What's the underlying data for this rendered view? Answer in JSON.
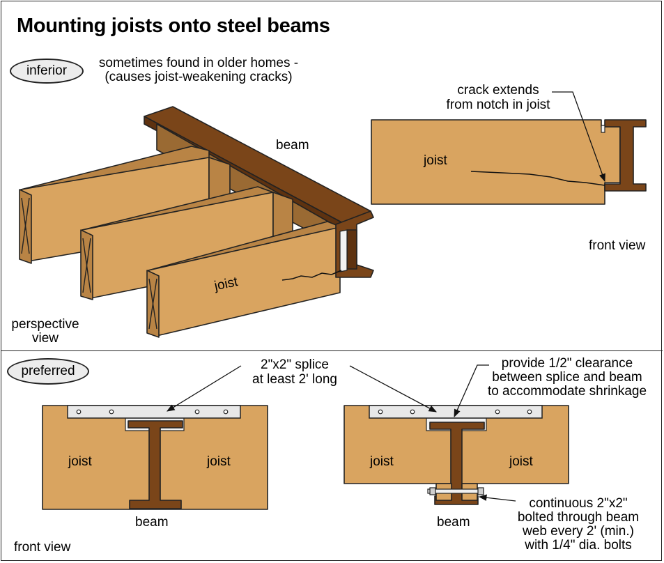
{
  "title": "Mounting joists onto steel beams",
  "top_section": {
    "tag": "inferior",
    "note_line1": "sometimes found in older homes -",
    "note_line2": "(causes joist-weakening cracks)",
    "beam_label": "beam",
    "joist_label": "joist",
    "perspective_line1": "perspective",
    "perspective_line2": "view",
    "crack_line1": "crack extends",
    "crack_line2": "from notch in joist",
    "side_joist_label": "joist",
    "front_view_label": "front view"
  },
  "bottom_section": {
    "tag": "preferred",
    "splice_line1": "2\"x2\" splice",
    "splice_line2": "at least 2' long",
    "clearance_line1": "provide 1/2\" clearance",
    "clearance_line2": "between splice and beam",
    "clearance_line3": "to accommodate shrinkage",
    "left_joist_a": "joist",
    "left_joist_b": "joist",
    "left_beam": "beam",
    "right_joist_a": "joist",
    "right_joist_b": "joist",
    "right_beam": "beam",
    "bolt_line1": "continuous 2\"x2\"",
    "bolt_line2": "bolted through beam",
    "bolt_line3": "web every 2' (min.)",
    "bolt_line4": "with 1/4\" dia. bolts",
    "front_view_label": "front view"
  },
  "colors": {
    "wood": "#d9a460",
    "wood_shadow": "#b98445",
    "steel": "#7a4519",
    "steel_dark": "#5e3210",
    "splice": "#e8e8e8"
  }
}
